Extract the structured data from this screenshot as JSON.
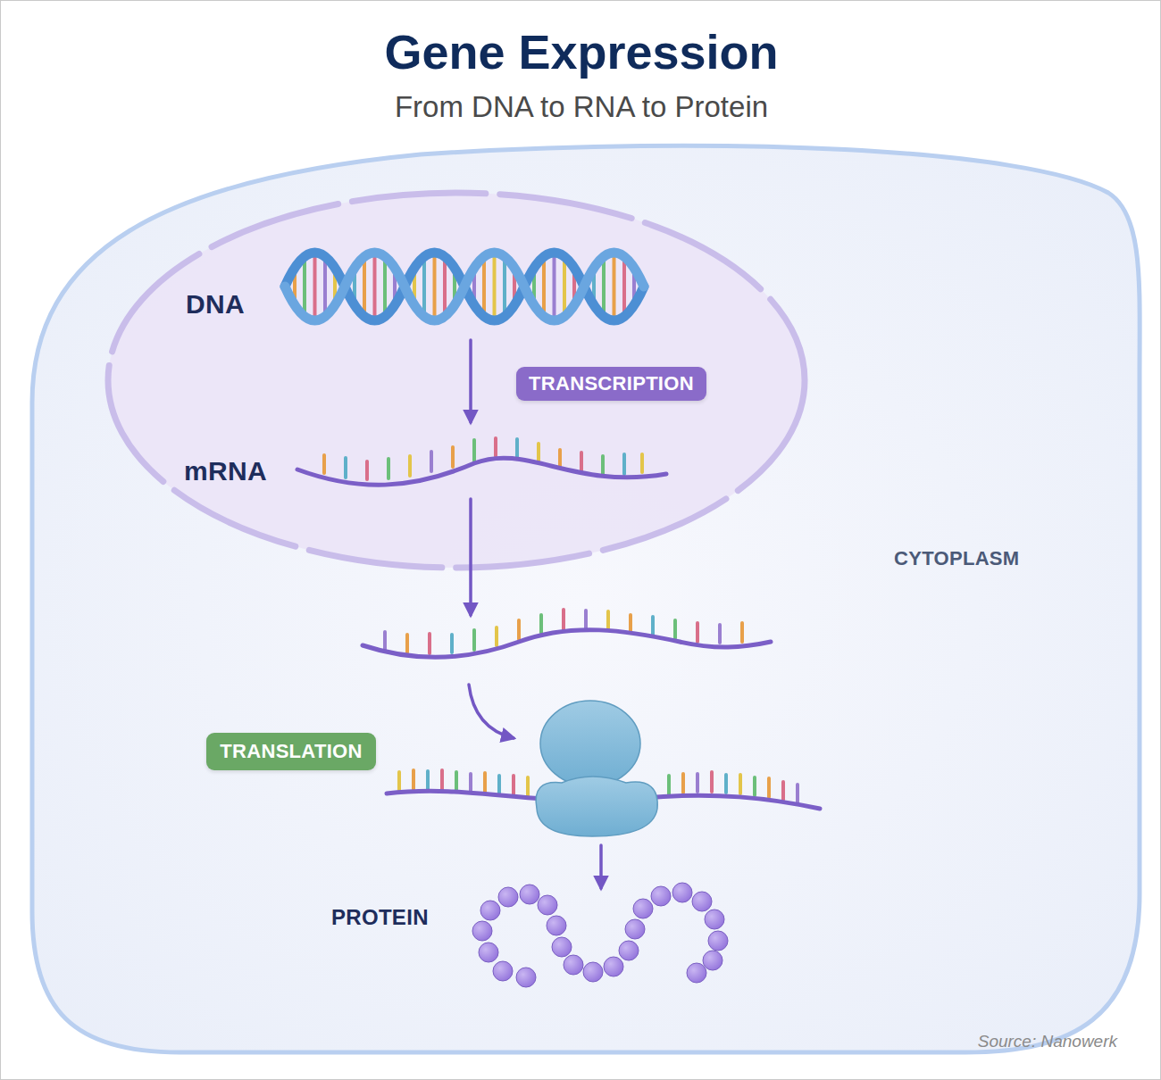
{
  "diagram": {
    "title": "Gene Expression",
    "nodes": [
      {
        "text": [
          "CYTOPLASM",
          "PROTEIN"
        ]
      },
      {
        "text": [
          "DNA",
          "mRNA"
        ],
        "in": 0
      },
      {
        "text": [
          "TRANSCRIPTION"
        ],
        "in": 1
      },
      {
        "text": [
          "TRANSLATION"
        ],
        "in": 0
      }
    ],
    "labels": [
      "From DNA to RNA to Protein",
      "Source: Nanowerk"
    ]
  }
}
